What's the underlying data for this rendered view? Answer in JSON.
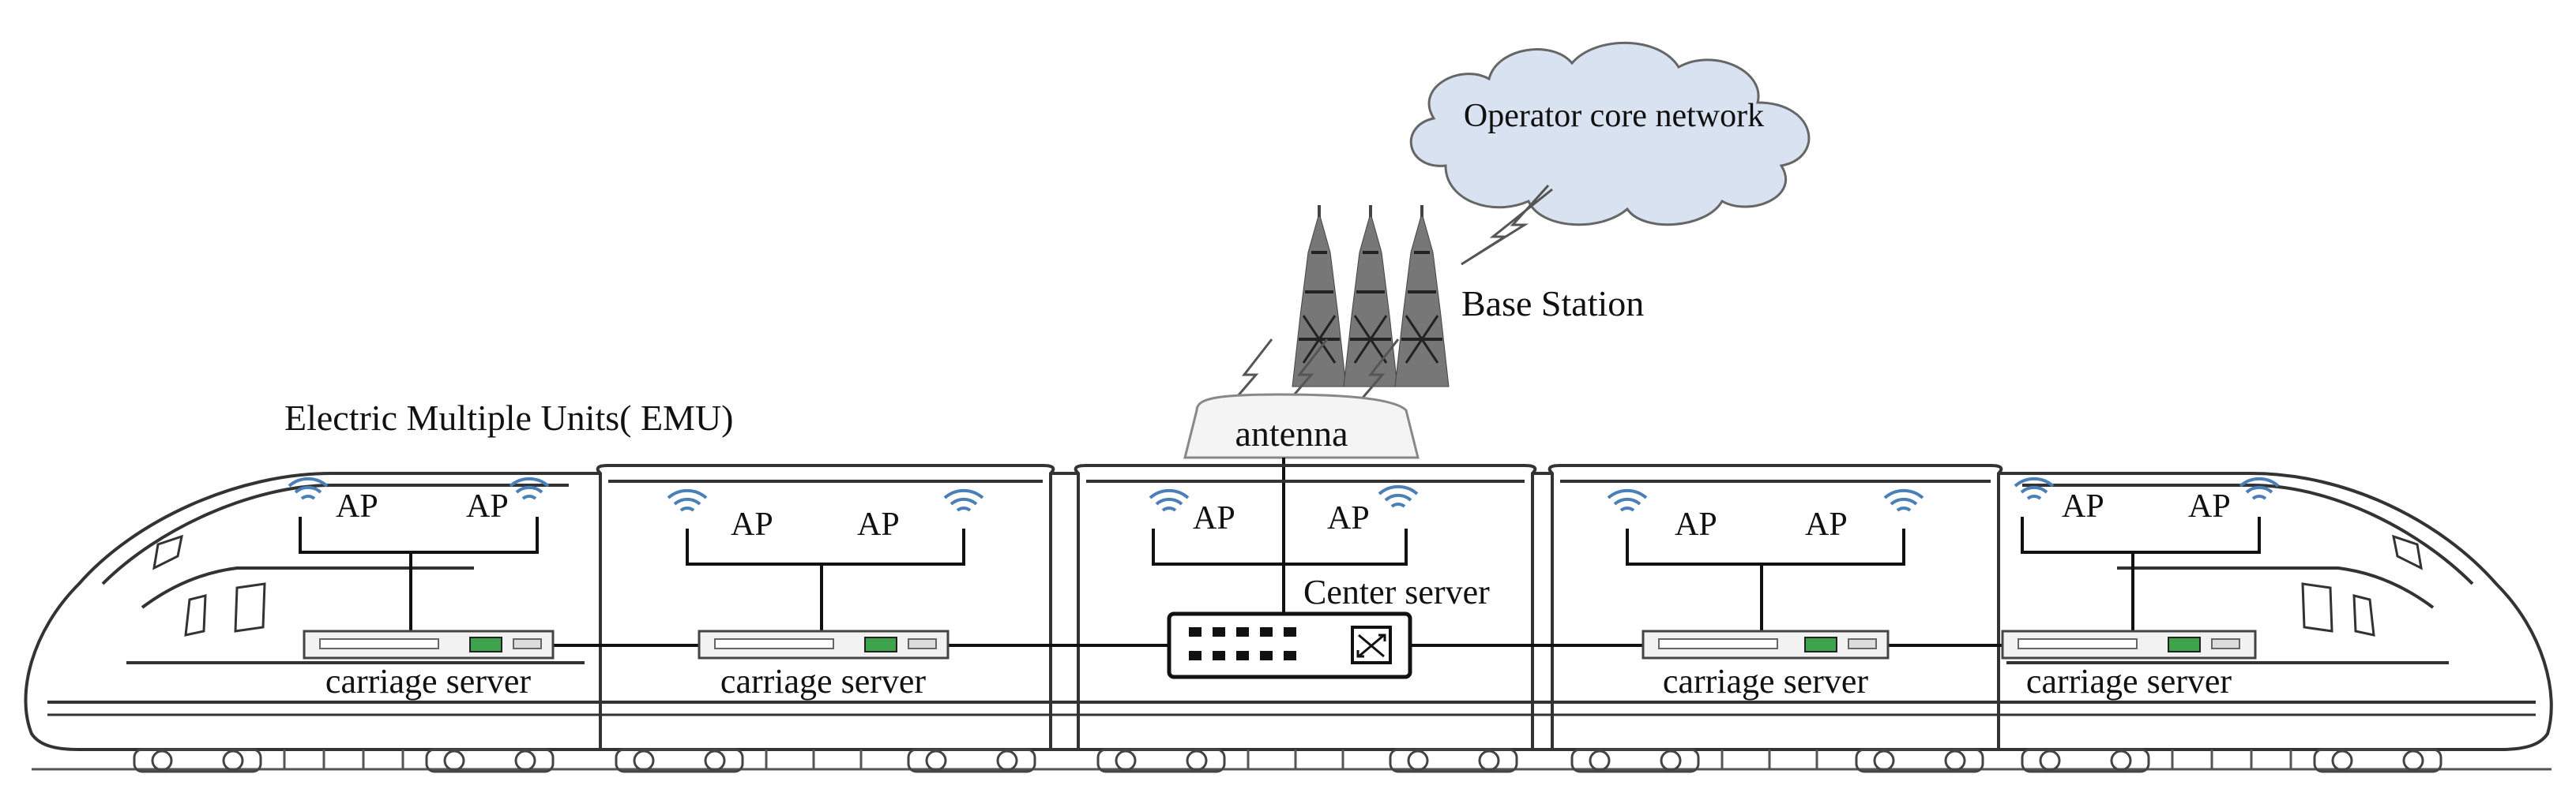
{
  "diagram": {
    "title": "Electric Multiple Units( EMU)",
    "cloud_label": "Operator core network",
    "base_station_label": "Base Station",
    "antenna_label": "antenna",
    "center_server_label": "Center server",
    "carriage_server_label": "carriage server",
    "ap_label": "AP"
  },
  "cars": [
    {
      "name": "head-car-left",
      "servers": [
        "carriage server"
      ],
      "aps": [
        "AP",
        "AP"
      ]
    },
    {
      "name": "car-2",
      "servers": [
        "carriage server"
      ],
      "aps": [
        "AP",
        "AP"
      ]
    },
    {
      "name": "car-center",
      "servers": [
        "Center server"
      ],
      "aps": [
        "AP",
        "AP"
      ]
    },
    {
      "name": "car-4",
      "servers": [
        "carriage server"
      ],
      "aps": [
        "AP",
        "AP"
      ]
    },
    {
      "name": "head-car-right",
      "servers": [
        "carriage server"
      ],
      "aps": [
        "AP",
        "AP"
      ]
    }
  ],
  "icons": [
    "cloud-icon",
    "base-station-tower-icon",
    "lightning-icon",
    "antenna-icon",
    "wifi-icon",
    "server-icon",
    "switch-icon",
    "wheel-icon"
  ]
}
